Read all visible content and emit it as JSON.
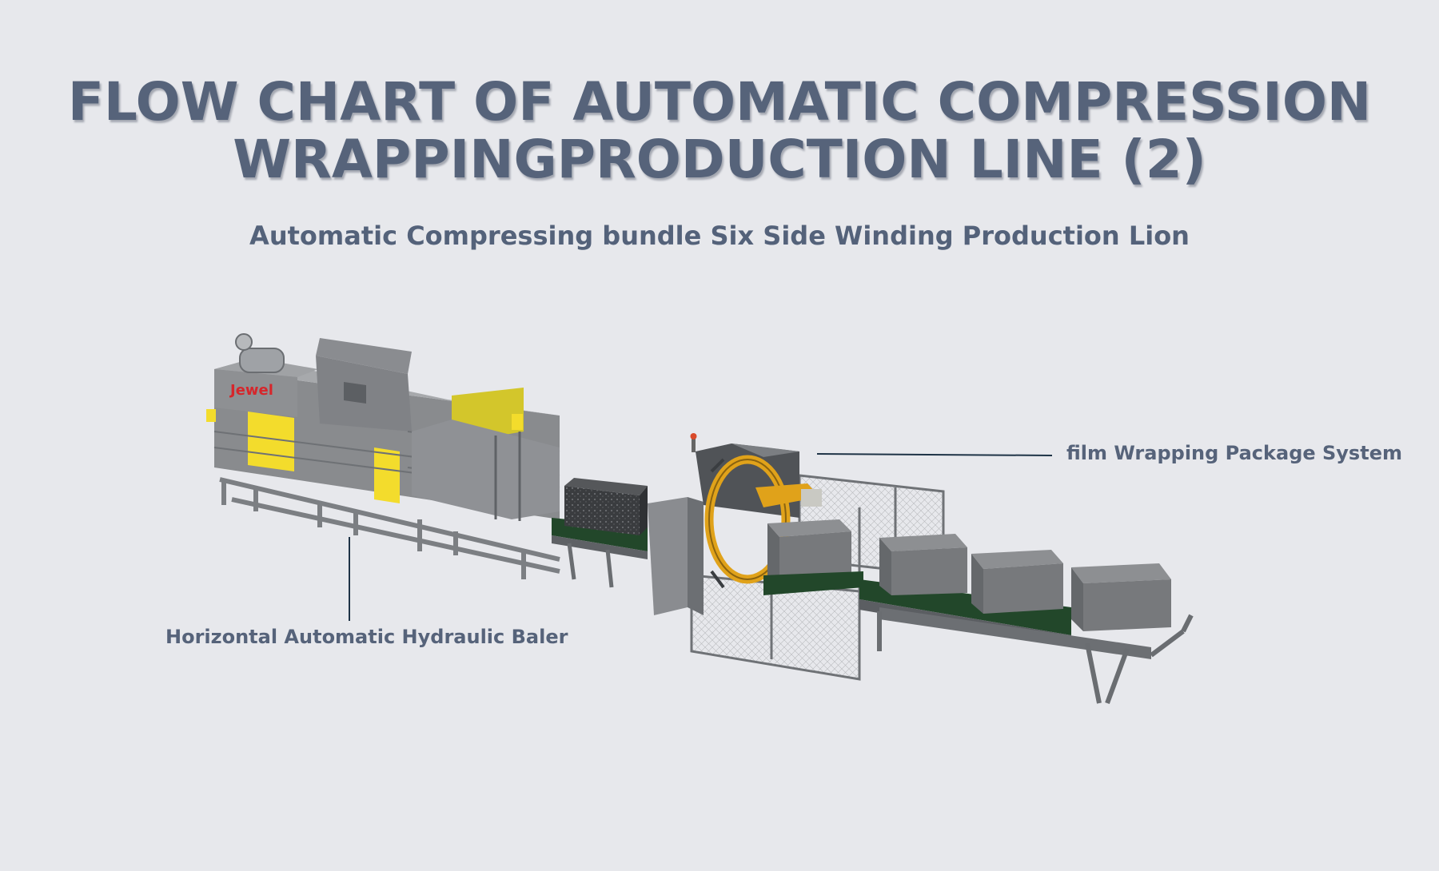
{
  "diagram": {
    "title_line1": "FLOW CHART OF AUTOMATIC COMPRESSION",
    "title_line2": "WRAPPINGPRODUCTION LINE (2)",
    "subtitle": "Automatic Compressing bundle Six Side Winding Production Lion",
    "labels": {
      "baler": "Horizontal Automatic Hydraulic Baler",
      "wrapping": "film Wrapping Package System"
    },
    "logo_text": "Jewel",
    "colors": {
      "background": "#e7e8ec",
      "title": "#56637a",
      "machine_gray": "#8b8d90",
      "machine_dark": "#5e6165",
      "accent_yellow": "#f3dc2c",
      "ring_orange": "#e0a21a",
      "belt_green": "#22472a",
      "bale_dark": "#3a3c3f",
      "bale_wrapped": "#77797c",
      "leader_line": "#1e3346"
    }
  }
}
